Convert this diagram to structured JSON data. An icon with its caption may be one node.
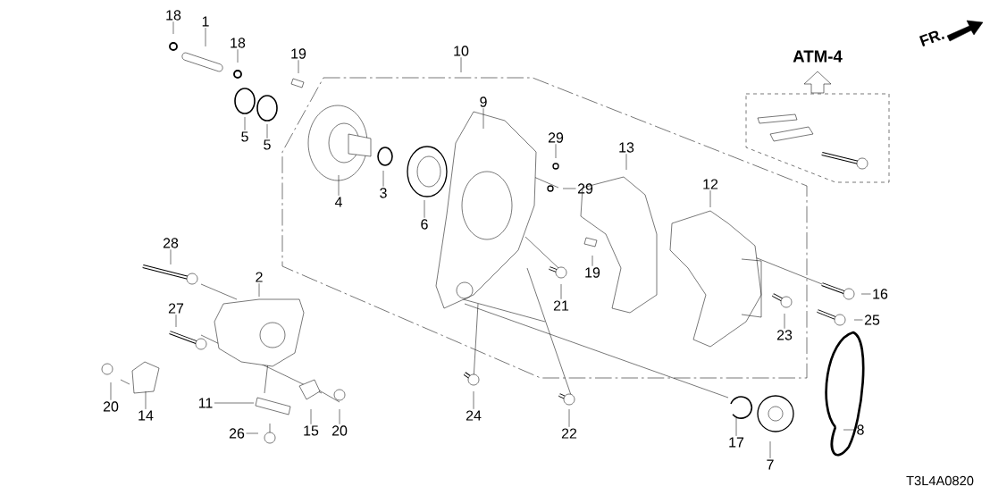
{
  "diagram": {
    "nodes": [
      {
        "text": [
          "18"
        ]
      },
      {
        "text": [
          "1"
        ]
      },
      {
        "text": [
          "18"
        ]
      },
      {
        "text": [
          "19"
        ]
      },
      {
        "text": [
          "5"
        ]
      },
      {
        "text": [
          "5"
        ]
      },
      {
        "text": [
          "10"
        ]
      },
      {
        "text": [
          "4"
        ]
      },
      {
        "text": [
          "3"
        ]
      },
      {
        "text": [
          "6"
        ]
      },
      {
        "text": [
          "9"
        ]
      },
      {
        "text": [
          "29"
        ]
      },
      {
        "text": [
          "29"
        ]
      },
      {
        "text": [
          "13"
        ]
      },
      {
        "text": [
          "12"
        ]
      },
      {
        "text": [
          "19"
        ]
      },
      {
        "text": [
          "21"
        ]
      },
      {
        "text": [
          "28"
        ]
      },
      {
        "text": [
          "2"
        ]
      },
      {
        "text": [
          "27"
        ]
      },
      {
        "text": [
          "16"
        ]
      },
      {
        "text": [
          "25"
        ]
      },
      {
        "text": [
          "23"
        ]
      },
      {
        "text": [
          "20"
        ]
      },
      {
        "text": [
          "14"
        ]
      },
      {
        "text": [
          "11"
        ]
      },
      {
        "text": [
          "15"
        ]
      },
      {
        "text": [
          "20"
        ]
      },
      {
        "text": [
          "26"
        ]
      },
      {
        "text": [
          "24"
        ]
      },
      {
        "text": [
          "22"
        ]
      },
      {
        "text": [
          "17"
        ]
      },
      {
        "text": [
          "7"
        ]
      },
      {
        "text": [
          "8"
        ]
      }
    ],
    "edges": [
      {
        "from": 0,
        "to": null,
        "arrow": "none"
      },
      {
        "from": 1,
        "to": null,
        "arrow": "none"
      },
      {
        "from": 2,
        "to": null,
        "arrow": "none"
      },
      {
        "from": 3,
        "to": null,
        "arrow": "none"
      },
      {
        "from": 4,
        "to": null,
        "arrow": "none"
      },
      {
        "from": 5,
        "to": null,
        "arrow": "none"
      },
      {
        "from": 6,
        "to": null,
        "arrow": "none"
      },
      {
        "from": 7,
        "to": null,
        "arrow": "none"
      },
      {
        "from": 8,
        "to": null,
        "arrow": "none"
      },
      {
        "from": 9,
        "to": null,
        "arrow": "none"
      },
      {
        "from": 10,
        "to": null,
        "arrow": "none"
      },
      {
        "from": 11,
        "to": null,
        "arrow": "none"
      },
      {
        "from": 12,
        "to": null,
        "arrow": "none"
      },
      {
        "from": 13,
        "to": null,
        "arrow": "none"
      },
      {
        "from": 14,
        "to": null,
        "arrow": "none"
      },
      {
        "from": 15,
        "to": null,
        "arrow": "none"
      },
      {
        "from": 16,
        "to": null,
        "arrow": "none"
      },
      {
        "from": 17,
        "to": null,
        "arrow": "none"
      },
      {
        "from": 18,
        "to": null,
        "arrow": "none"
      },
      {
        "from": 19,
        "to": null,
        "arrow": "none"
      },
      {
        "from": 20,
        "to": null,
        "arrow": "none"
      },
      {
        "from": 21,
        "to": null,
        "arrow": "none"
      },
      {
        "from": 22,
        "to": null,
        "arrow": "none"
      },
      {
        "from": 23,
        "to": null,
        "arrow": "none"
      },
      {
        "from": 24,
        "to": null,
        "arrow": "none"
      },
      {
        "from": 25,
        "to": null,
        "arrow": "none"
      },
      {
        "from": 26,
        "to": null,
        "arrow": "none"
      },
      {
        "from": 27,
        "to": null,
        "arrow": "none"
      },
      {
        "from": 28,
        "to": null,
        "arrow": "none"
      },
      {
        "from": 29,
        "to": null,
        "arrow": "none"
      },
      {
        "from": 30,
        "to": null,
        "arrow": "none"
      },
      {
        "from": 31,
        "to": null,
        "arrow": "none"
      },
      {
        "from": 32,
        "to": null,
        "arrow": "none"
      },
      {
        "from": 33,
        "to": null,
        "arrow": "none"
      }
    ],
    "labels": [
      "ATM-4",
      "FR.",
      "T3L4A0820"
    ]
  }
}
